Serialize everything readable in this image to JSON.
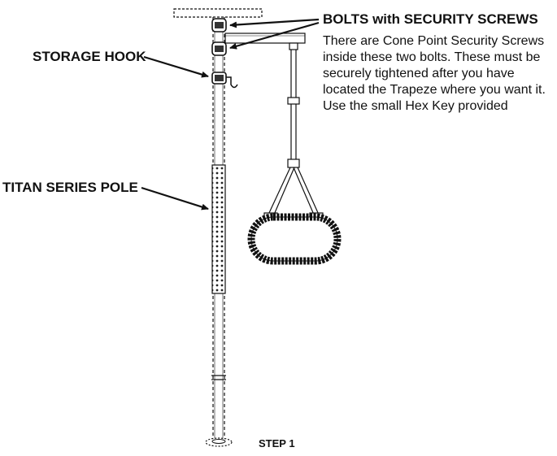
{
  "labels": {
    "bolts_title": "BOLTS with SECURITY SCREWS",
    "bolts_description": [
      "There are Cone Point Security Screws",
      "inside these two bolts. These must be",
      "securely tightened after you have",
      "located the Trapeze where you want it.",
      "Use the small Hex Key provided"
    ],
    "storage_hook": "STORAGE HOOK",
    "titan_series_pole": "TITAN SERIES POLE",
    "step": "STEP 1"
  }
}
